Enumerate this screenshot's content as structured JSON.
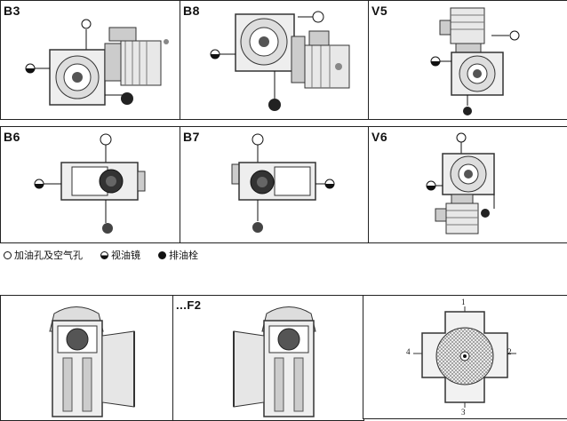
{
  "panels": {
    "b3": {
      "label": "B3"
    },
    "b8": {
      "label": "B8"
    },
    "v5": {
      "label": "V5"
    },
    "b6": {
      "label": "B6"
    },
    "b7": {
      "label": "B7"
    },
    "v6": {
      "label": "V6"
    },
    "f1": {
      "label": ""
    },
    "f2": {
      "label": "...F2"
    },
    "pos": {
      "label": ""
    }
  },
  "legend": {
    "fill_hole": "加油孔及空气孔",
    "sight_glass": "视油镜",
    "drain_plug": "排油栓"
  },
  "positions": {
    "top": "1",
    "right": "2",
    "bottom": "3",
    "left": "4"
  }
}
